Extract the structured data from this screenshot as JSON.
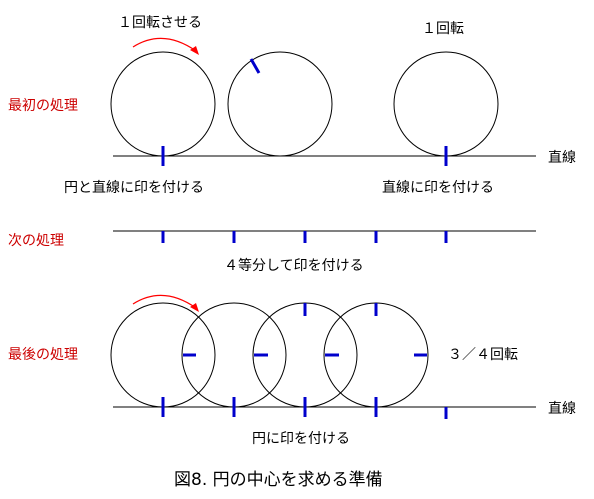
{
  "colors": {
    "line": "#000000",
    "mark": "#0000cc",
    "label_red": "#cc0000",
    "arrow": "#ff0000"
  },
  "steps": {
    "first": "最初の処理",
    "next": "次の処理",
    "last": "最後の処理"
  },
  "labels": {
    "rotate_once": "１回転させる",
    "one_turn": "１回転",
    "line_right_1": "直線",
    "mark_circle_line": "円と直線に印を付ける",
    "mark_line": "直線に印を付ける",
    "quarter_mark": "４等分して印を付ける",
    "three_quarter": "３／４回転",
    "line_right_2": "直線",
    "mark_circle": "円に印を付ける"
  },
  "caption": "図8. 円の中心を求める準備"
}
